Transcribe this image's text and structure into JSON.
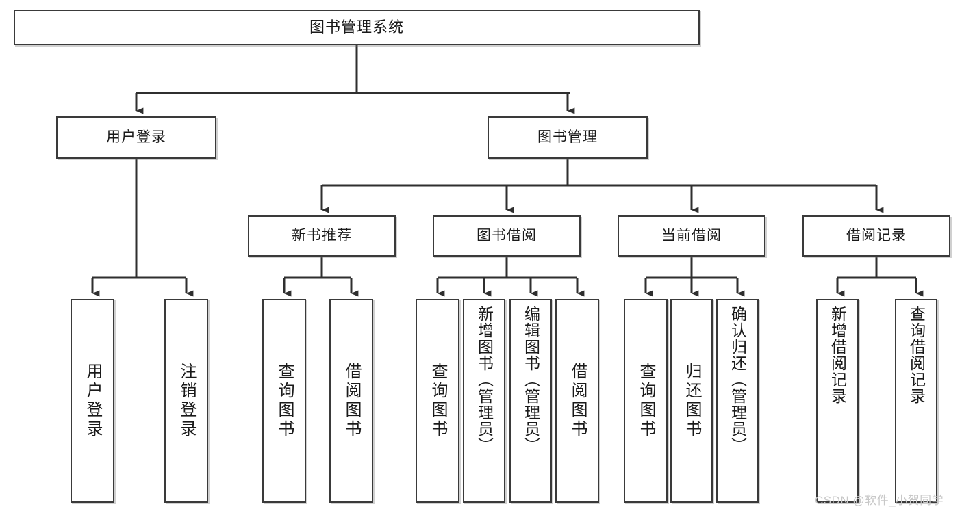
{
  "diagram": {
    "title": "图书管理系统",
    "type": "tree-hierarchy-chart",
    "watermark": "CSDN @软件_小贺同学",
    "colors": {
      "box_border": "#3a3a3a",
      "box_fill": "#ffffff",
      "connector": "#2f2f2f",
      "text": "#1a1a1a",
      "watermark": "#c8c8c8",
      "background": "#ffffff"
    },
    "root": {
      "label": "图书管理系统"
    },
    "level2": [
      {
        "label": "用户登录"
      },
      {
        "label": "图书管理"
      }
    ],
    "level3": [
      {
        "label": "新书推荐"
      },
      {
        "label": "图书借阅"
      },
      {
        "label": "当前借阅"
      },
      {
        "label": "借阅记录"
      }
    ],
    "leaves": {
      "user_login": [
        {
          "label": "用户登录"
        },
        {
          "label": "注销登录"
        }
      ],
      "new_book_recommend": [
        {
          "label": "查询图书"
        },
        {
          "label": "借阅图书"
        }
      ],
      "book_borrow": [
        {
          "label": "查询图书"
        },
        {
          "label": "新增图书（管理员）"
        },
        {
          "label": "编辑图书（管理员）"
        },
        {
          "label": "借阅图书"
        }
      ],
      "current_borrow": [
        {
          "label": "查询图书"
        },
        {
          "label": "归还图书"
        },
        {
          "label": "确认归还（管理员）"
        }
      ],
      "borrow_record": [
        {
          "label": "新增借阅记录"
        },
        {
          "label": "查询借阅记录"
        }
      ]
    }
  }
}
